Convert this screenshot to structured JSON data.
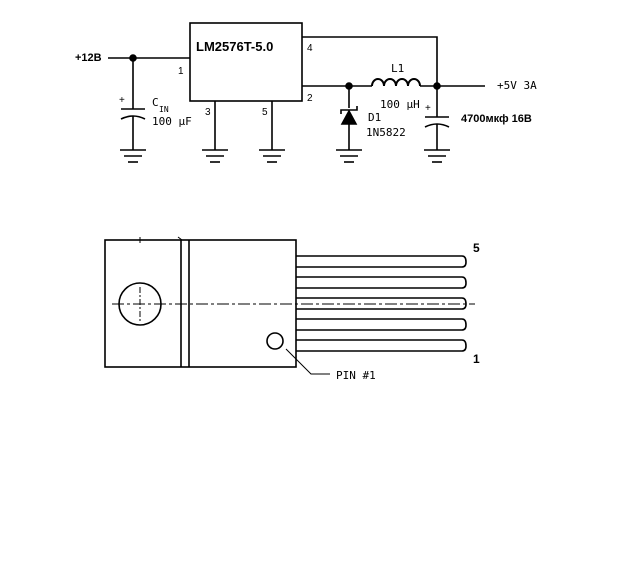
{
  "schematic": {
    "input_label": "+12B",
    "ic_label": "LM2576T-5.0",
    "pin_1": "1",
    "pin_2": "2",
    "pin_3": "3",
    "pin_4": "4",
    "pin_5": "5",
    "cin_label": "C",
    "cin_sub": "IN",
    "cin_value": "100 μF",
    "cin_polarity": "+",
    "inductor_label": "L1",
    "inductor_value": "100 μH",
    "diode_label": "D1",
    "diode_part": "1N5822",
    "output_label": "+5V  3A",
    "cout_label": "4700мкф 16В",
    "cout_polarity": "+"
  },
  "package": {
    "pin_top_label": "5",
    "pin_bottom_label": "1",
    "pin_callout": "PIN #1"
  }
}
